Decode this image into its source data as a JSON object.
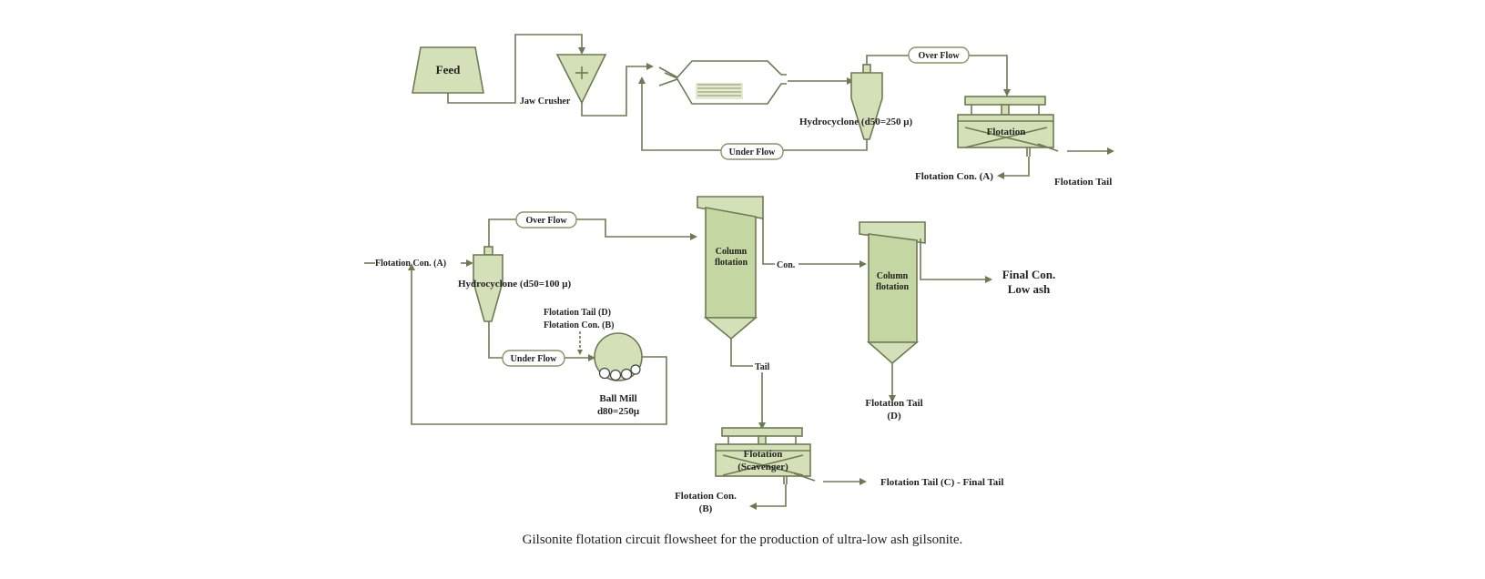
{
  "labels": {
    "feed": "Feed",
    "jaw_crusher": "Jaw Crusher",
    "hydrocyclone_top": "Hydrocyclone (d50=250 μ)",
    "over_flow_top": "Over Flow",
    "under_flow_top": "Under Flow",
    "flotation_top": "Flotation",
    "flotation_con_a": "Flotation Con. (A)",
    "flotation_tail_top": "Flotation Tail",
    "over_flow_bottom": "Over Flow",
    "flotation_con_a_in": "Flotation Con. (A)",
    "hydrocyclone_bottom": "Hydrocyclone (d50=100 μ)",
    "flotation_tail_d_in": "Flotation Tail (D)",
    "flotation_con_b_in": "Flotation Con. (B)",
    "under_flow_bottom": "Under Flow",
    "ball_mill": "Ball Mill",
    "ball_mill_d80": "d80=250μ",
    "column1_line1": "Column",
    "column1_line2": "flotation",
    "con_label": "Con.",
    "tail_label": "Tail",
    "column2_line1": "Column",
    "column2_line2": "flotation",
    "final_con_line1": "Final Con.",
    "final_con_line2": "Low ash",
    "flotation_tail_d_line1": "Flotation Tail",
    "flotation_tail_d_line2": "(D)",
    "scavenger_line1": "Flotation",
    "scavenger_line2": "(Scavenger)",
    "flotation_tail_c": "Flotation Tail (C) - Final Tail",
    "flotation_con_b_line1": "Flotation Con.",
    "flotation_con_b_line2": "(B)"
  },
  "caption": "Gilsonite flotation circuit flowsheet for the production of ultra-low ash gilsonite."
}
